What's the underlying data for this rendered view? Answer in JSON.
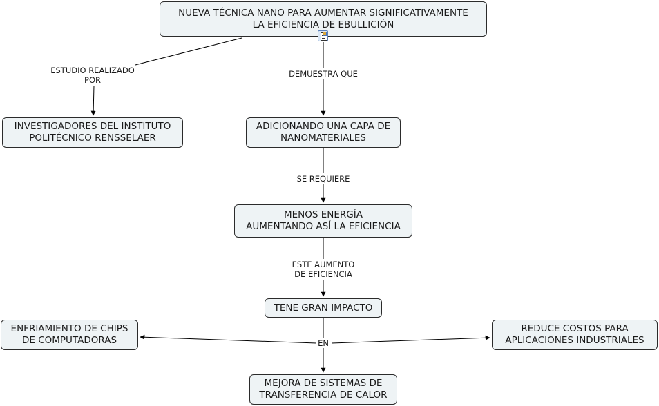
{
  "concept_map": {
    "nodes": {
      "root": "NUEVA TÉCNICA NANO PARA AUMENTAR SIGNIFICATIVAMENTE\nLA EFICIENCIA DE EBULLICIÓN",
      "investigadores": "INVESTIGADORES DEL INSTITUTO\nPOLITÉCNICO RENSSELAER",
      "adicionando": "ADICIONANDO UNA CAPA DE\nNANOMATERIALES",
      "menos_energia": "MENOS ENERGÍA\nAUMENTANDO ASÍ LA EFICIENCIA",
      "impacto": "TENE GRAN IMPACTO",
      "enfriamiento": "ENFRIAMIENTO DE CHIPS\nDE COMPUTADORAS",
      "reduce": "REDUCE  COSTOS PARA\nAPLICACIONES INDUSTRIALES",
      "mejora": "MEJORA DE SISTEMAS DE\nTRANSFERENCIA DE CALOR"
    },
    "links": {
      "estudio": "ESTUDIO REALIZADO\nPOR",
      "demuestra": "DEMUESTRA QUE",
      "requiere": "SE REQUIERE",
      "aumento": "ESTE AUMENTO\nDE EFICIENCIA",
      "en": "EN"
    },
    "resource_icon": "document-resource-icon",
    "colors": {
      "node_fill": "#eef3f5",
      "node_border": "#2b2b2b",
      "line": "#000000"
    }
  }
}
